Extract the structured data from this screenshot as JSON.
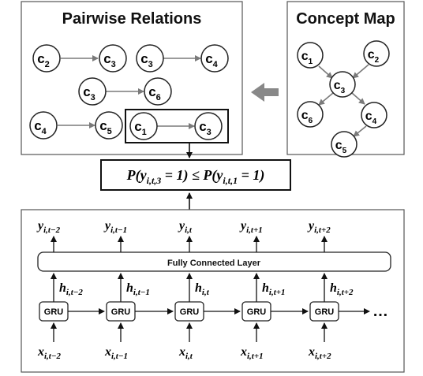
{
  "pairwise": {
    "title": "Pairwise Relations",
    "pairs": [
      {
        "from": {
          "base": "c",
          "sub": "2"
        },
        "to": {
          "base": "c",
          "sub": "3"
        }
      },
      {
        "from": {
          "base": "c",
          "sub": "3"
        },
        "to": {
          "base": "c",
          "sub": "4"
        }
      },
      {
        "from": {
          "base": "c",
          "sub": "3"
        },
        "to": {
          "base": "c",
          "sub": "6"
        }
      },
      {
        "from": {
          "base": "c",
          "sub": "4"
        },
        "to": {
          "base": "c",
          "sub": "5"
        }
      },
      {
        "from": {
          "base": "c",
          "sub": "1"
        },
        "to": {
          "base": "c",
          "sub": "3"
        }
      }
    ]
  },
  "concept_map": {
    "title": "Concept Map",
    "nodes": [
      {
        "base": "c",
        "sub": "1"
      },
      {
        "base": "c",
        "sub": "2"
      },
      {
        "base": "c",
        "sub": "3"
      },
      {
        "base": "c",
        "sub": "6"
      },
      {
        "base": "c",
        "sub": "4"
      },
      {
        "base": "c",
        "sub": "5"
      }
    ]
  },
  "constraint": {
    "lhs_sub": "i,t,3",
    "rhs_sub": "i,t,1"
  },
  "rnn": {
    "fc_label": "Fully Connected Layer",
    "cell_label": "GRU",
    "ellipsis": "…",
    "steps": [
      {
        "y_sub": "i,t−2",
        "h_sub": "i,t−2",
        "x_sub": "i,t−2"
      },
      {
        "y_sub": "i,t−1",
        "h_sub": "i,t−1",
        "x_sub": "i,t−1"
      },
      {
        "y_sub": "i,t",
        "h_sub": "i,t",
        "x_sub": "i,t"
      },
      {
        "y_sub": "i,t+1",
        "h_sub": "i,t+1",
        "x_sub": "i,t+1"
      },
      {
        "y_sub": "i,t+2",
        "h_sub": "i,t+2",
        "x_sub": "i,t+2"
      }
    ]
  },
  "colors": {
    "arrow_gray": "#7a7a7a",
    "big_arrow": "#888888",
    "stroke": "#222222"
  }
}
